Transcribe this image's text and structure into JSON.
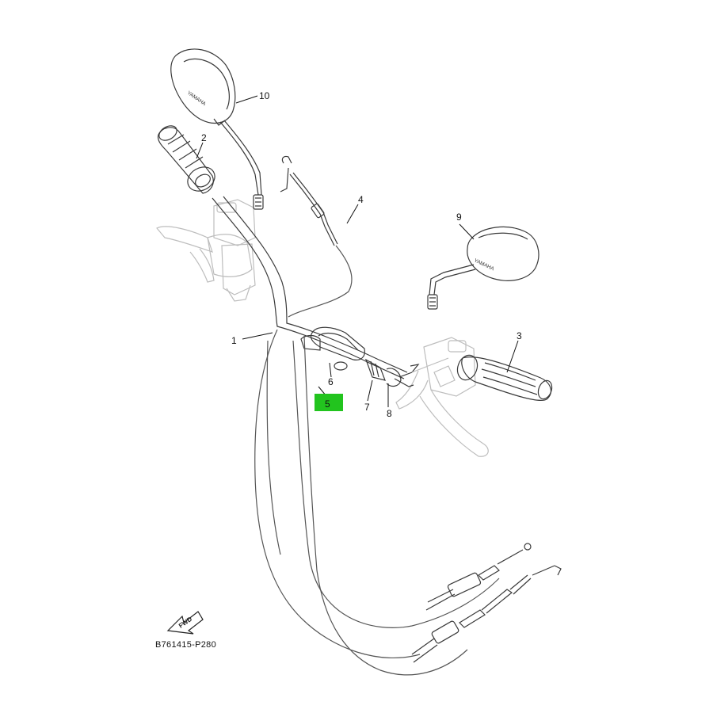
{
  "diagram": {
    "callouts": [
      {
        "id": "c1",
        "label": "1",
        "highlighted": false
      },
      {
        "id": "c2",
        "label": "2",
        "highlighted": false
      },
      {
        "id": "c3",
        "label": "3",
        "highlighted": false
      },
      {
        "id": "c4",
        "label": "4",
        "highlighted": false
      },
      {
        "id": "c5",
        "label": "5",
        "highlighted": true
      },
      {
        "id": "c6",
        "label": "6",
        "highlighted": false
      },
      {
        "id": "c7",
        "label": "7",
        "highlighted": false
      },
      {
        "id": "c8",
        "label": "8",
        "highlighted": false
      },
      {
        "id": "c9",
        "label": "9",
        "highlighted": false
      },
      {
        "id": "c10",
        "label": "10",
        "highlighted": false
      }
    ],
    "highlight_color": "#22c41e",
    "mirror_brand": "YAMAHA",
    "fwd_label": "FWD",
    "drawing_code": "B761415-P280"
  }
}
